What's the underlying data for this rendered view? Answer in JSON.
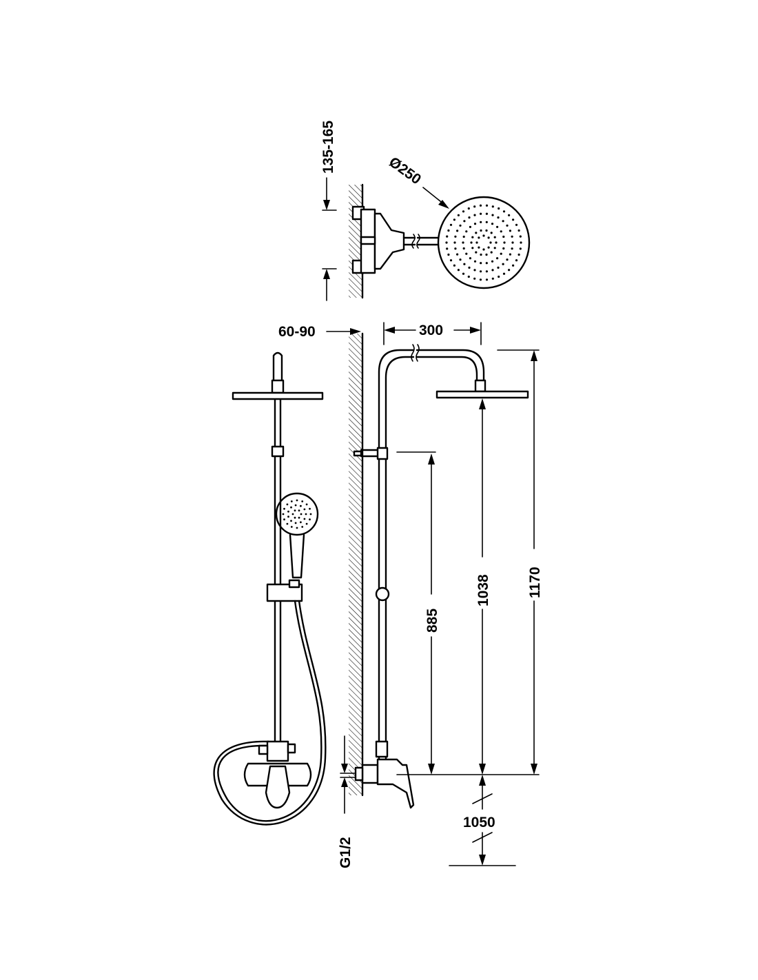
{
  "dimensions": {
    "flange_depth": "135-165",
    "head_diameter": "Ø250",
    "wall_offset": "60-90",
    "arm_reach": "300",
    "total_height": "1170",
    "head_height": "1038",
    "bracket_height": "885",
    "mixer_height": "1050",
    "inlet_thread": "G1/2"
  },
  "colors": {
    "line": "#000000",
    "background": "#ffffff"
  }
}
